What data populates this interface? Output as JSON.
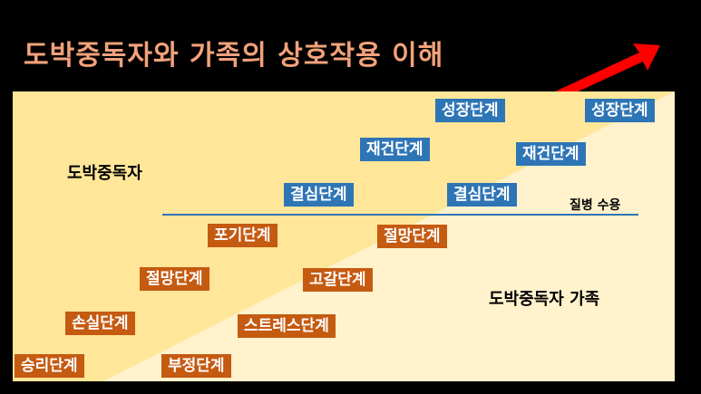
{
  "title": "도박중독자와 가족의 상호작용 이해",
  "colors": {
    "background": "#000000",
    "title": "#F2A27A",
    "panel_light": "#FFF2CC",
    "panel_dark": "#FFE699",
    "stage_blue": "#2E75B6",
    "stage_orange": "#C55A11",
    "arrow": "#FF0000",
    "line": "#2E75B6"
  },
  "gambler": {
    "label": "도박중독자",
    "stages": {
      "win": "승리단계",
      "loss": "손실단계",
      "despair": "절망단계",
      "giveup": "포기단계",
      "resolve": "결심단계",
      "rebuild": "재건단계",
      "growth": "성장단계"
    }
  },
  "family": {
    "label": "도박중독자 가족",
    "stages": {
      "denial": "부정단계",
      "stress": "스트레스단계",
      "exhaustion": "고갈단계",
      "despair": "절망단계",
      "resolve": "결심단계",
      "rebuild": "재건단계",
      "growth": "성장단계"
    }
  },
  "acceptance_label": "질병 수용"
}
